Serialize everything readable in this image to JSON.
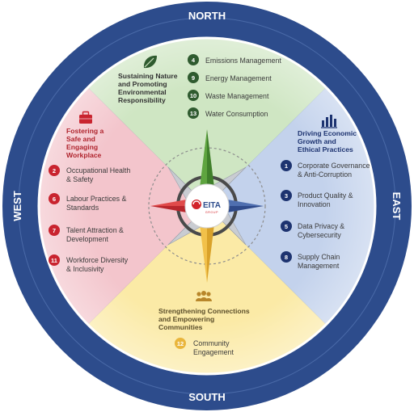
{
  "compass": {
    "north": "NORTH",
    "south": "SOUTH",
    "east": "EAST",
    "west": "WEST"
  },
  "logo": {
    "name": "EITA",
    "tagline": "GROUP"
  },
  "colors": {
    "ring": "#2d4c8c",
    "north": "#cfe6c3",
    "east": "#c3d2ec",
    "south": "#fbeaa6",
    "west": "#f3c5cc",
    "north_num": "#2f5b2f",
    "east_num": "#1d3370",
    "west_num": "#c9242f",
    "south_num": "#e9b53b",
    "north_title": "#333333",
    "east_title": "#1d3370",
    "south_title": "#5c4f2a",
    "west_title": "#b0252e"
  },
  "quadrants": {
    "north": {
      "icon": "leaf-icon",
      "title": [
        "Sustaining Nature",
        "and Promoting",
        "Environmental",
        "Responsibility"
      ],
      "items": [
        {
          "num": "4",
          "label": [
            "Emissions Management"
          ]
        },
        {
          "num": "9",
          "label": [
            "Energy Management"
          ]
        },
        {
          "num": "10",
          "label": [
            "Waste Management"
          ]
        },
        {
          "num": "13",
          "label": [
            "Water Consumption"
          ]
        }
      ]
    },
    "east": {
      "icon": "bar-chart-people-icon",
      "title": [
        "Driving Economic",
        "Growth and",
        "Ethical Practices"
      ],
      "items": [
        {
          "num": "1",
          "label": [
            "Corporate Governance",
            "& Anti-Corruption"
          ]
        },
        {
          "num": "3",
          "label": [
            "Product Quality &",
            "Innovation"
          ]
        },
        {
          "num": "5",
          "label": [
            "Data Privacy &",
            "Cybersecurity"
          ]
        },
        {
          "num": "8",
          "label": [
            "Supply Chain",
            "Management"
          ]
        }
      ]
    },
    "south": {
      "icon": "people-group-icon",
      "title": [
        "Strengthening Connections",
        "and Empowering",
        "Communities"
      ],
      "items": [
        {
          "num": "12",
          "label": [
            "Community",
            "Engagement"
          ]
        }
      ]
    },
    "west": {
      "icon": "briefcase-icon",
      "title": [
        "Fostering a",
        "Safe and",
        "Engaging",
        "Workplace"
      ],
      "items": [
        {
          "num": "2",
          "label": [
            "Occupational Health",
            "& Safety"
          ]
        },
        {
          "num": "6",
          "label": [
            "Labour Practices &",
            "Standards"
          ]
        },
        {
          "num": "7",
          "label": [
            "Talent Attraction &",
            "Development"
          ]
        },
        {
          "num": "11",
          "label": [
            "Workforce Diversity",
            "& Inclusivity"
          ]
        }
      ]
    }
  }
}
